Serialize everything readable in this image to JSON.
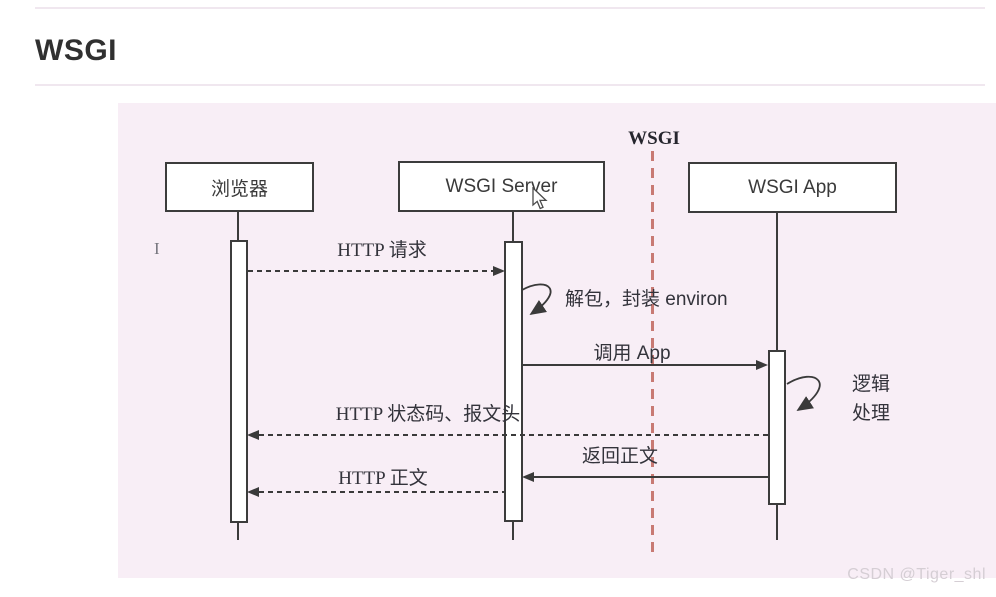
{
  "page": {
    "title": "WSGI",
    "watermark": "CSDN @Tiger_shl"
  },
  "icons": {
    "text_cursor_glyph": "I"
  },
  "diagram": {
    "type": "sequence-diagram",
    "frame_label": "WSGI",
    "background": "#f8eef6",
    "divider_color": "#c87a74",
    "line_color": "#3a3a3a",
    "actors": [
      {
        "label": "浏览器"
      },
      {
        "label": "WSGI Server"
      },
      {
        "label": "WSGI App"
      }
    ],
    "messages": [
      {
        "from": "浏览器",
        "to": "WSGI Server",
        "label": "HTTP 请求",
        "style": "dashed"
      },
      {
        "from": "WSGI Server",
        "to": "WSGI Server",
        "label": "解包，封装 environ",
        "style": "self"
      },
      {
        "from": "WSGI Server",
        "to": "WSGI App",
        "label": "调用 App",
        "style": "solid"
      },
      {
        "from": "WSGI App",
        "to": "WSGI App",
        "label": "逻辑处理",
        "label_lines": [
          "逻辑",
          "处理"
        ],
        "style": "self"
      },
      {
        "from": "WSGI App",
        "to": "浏览器",
        "label": "HTTP 状态码、报文头",
        "style": "dashed"
      },
      {
        "from": "WSGI App",
        "to": "WSGI Server",
        "label": "返回正文",
        "style": "solid"
      },
      {
        "from": "WSGI Server",
        "to": "浏览器",
        "label": "HTTP 正文",
        "style": "dashed"
      }
    ]
  }
}
